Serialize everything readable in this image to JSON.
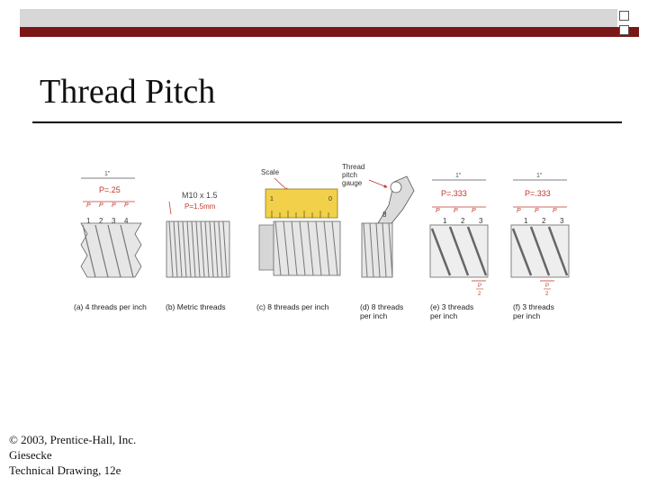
{
  "slide_title": "Thread Pitch",
  "figure": {
    "scale_label": "Scale",
    "gauge_label_lines": [
      "Thread",
      "pitch",
      "gauge"
    ],
    "inch_mark": "1\"",
    "panel_a": {
      "pitch_text": "P=.25",
      "p_label": "P",
      "numbers": [
        "1",
        "2",
        "3",
        "4"
      ],
      "caption": "(a) 4 threads per inch"
    },
    "panel_b": {
      "spec_text": "M10 x 1.5",
      "pitch_text": "P=1.5mm",
      "caption": "(b) Metric threads"
    },
    "panel_c": {
      "scale_numbers": [
        "1",
        "0"
      ],
      "caption": "(c) 8 threads per inch"
    },
    "panel_d": {
      "gauge_number": "8",
      "caption_lines": [
        "(d) 8 threads",
        "per inch"
      ]
    },
    "panel_e": {
      "pitch_text": "P=.333",
      "p_label": "P",
      "numbers": [
        "1",
        "2",
        "3"
      ],
      "half_pitch_num": "P",
      "half_pitch_den": "2",
      "caption_lines": [
        "(e) 3 threads",
        "per inch"
      ]
    },
    "panel_f": {
      "pitch_text": "P=.333",
      "p_label": "P",
      "numbers": [
        "1",
        "2",
        "3"
      ],
      "half_pitch_num": "P",
      "half_pitch_den": "2",
      "caption_lines": [
        "(f) 3 threads",
        "per inch"
      ]
    }
  },
  "footer": {
    "copyright": "© 2003, Prentice-Hall, Inc.",
    "author": "Giesecke",
    "book": "Technical Drawing, 12e"
  },
  "colors": {
    "maroon": "#7b1616",
    "dim_red": "#c0392b",
    "scale_yellow": "#f2d04a",
    "thread_gray": "#777777"
  }
}
